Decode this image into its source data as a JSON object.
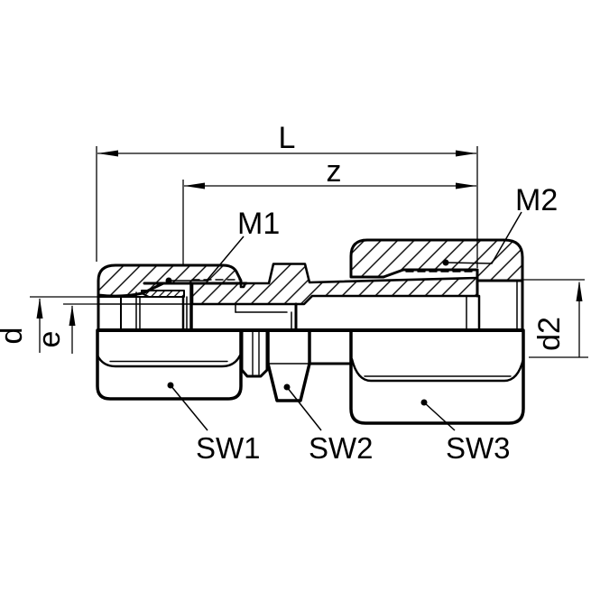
{
  "figure": {
    "kind": "technical-drawing",
    "subject": "tube fitting half-section with swivel nuts",
    "line_color": "#000000",
    "background": "#ffffff"
  },
  "labels": {
    "L": "L",
    "z": "z",
    "M1": "M1",
    "M2": "M2",
    "d": "d",
    "e": "e",
    "d2": "d2",
    "SW1": "SW1",
    "SW2": "SW2",
    "SW3": "SW3"
  }
}
